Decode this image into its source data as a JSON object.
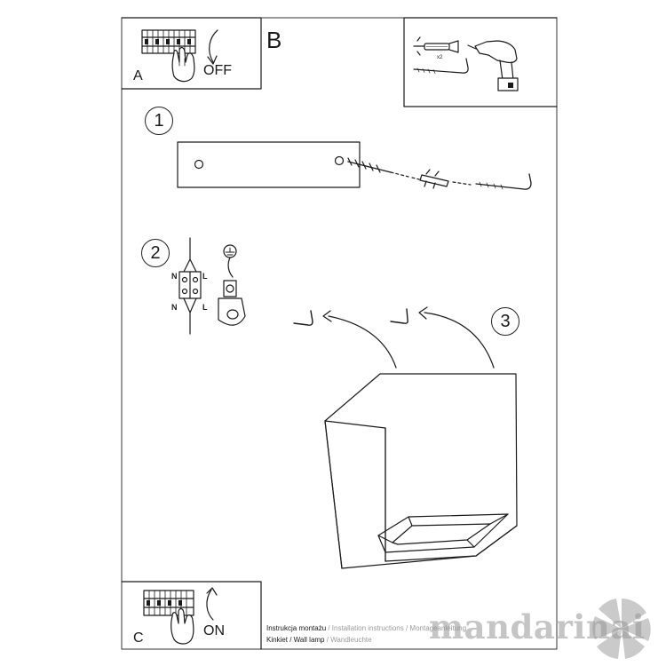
{
  "panel_a": {
    "letter": "A",
    "action": "OFF"
  },
  "panel_b": {
    "letter": "B",
    "quantity": "x2"
  },
  "panel_c": {
    "letter": "C",
    "action": "ON"
  },
  "steps": [
    {
      "number": "1"
    },
    {
      "number": "2",
      "wire_labels": [
        "N",
        "L",
        "N",
        "L"
      ]
    },
    {
      "number": "3"
    }
  ],
  "footer": {
    "line1_main": "Instrukcja montażu",
    "line1_faded": " / Installation instructions / Montageanleitung",
    "line2_main": "Kinkiet / Wall lamp",
    "line2_faded": " / Wandleuchte"
  },
  "watermark": {
    "text": "mandarinai"
  },
  "colors": {
    "line": "#1a1a1a",
    "faded_text": "#9a9a9a",
    "watermark": "#969696"
  }
}
